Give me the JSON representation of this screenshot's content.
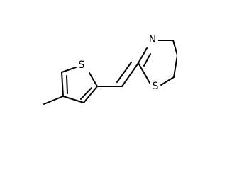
{
  "molecule": {
    "atoms": {
      "sulfur_thiophene": "S",
      "nitrogen_ring": "N",
      "sulfur_thiazine": "S"
    }
  }
}
